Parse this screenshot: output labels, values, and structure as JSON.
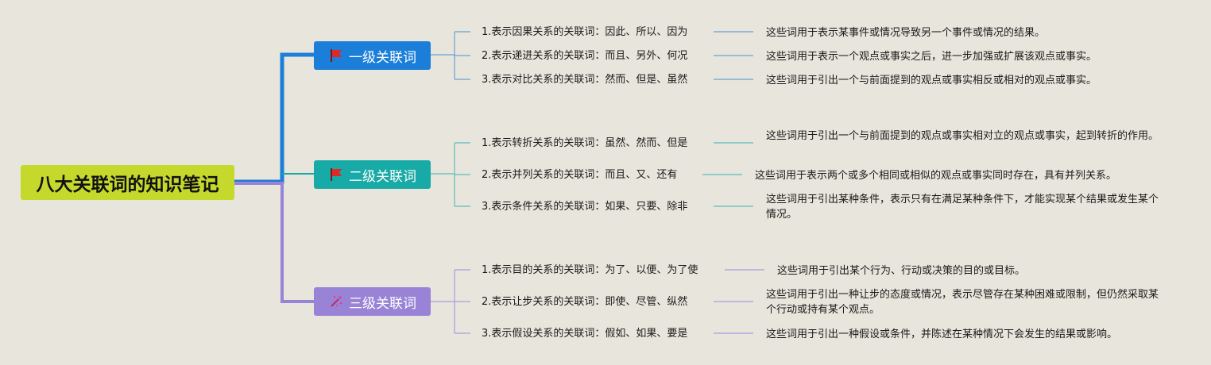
{
  "root": {
    "title": "八大关联词的知识笔记"
  },
  "colors": {
    "level1": "#1b7ed8",
    "level2": "#18aaa6",
    "level3": "#9883d6",
    "root": "#c5d92c"
  },
  "levels": [
    {
      "title": "一级关联词",
      "icon": "red-flag-icon",
      "items": [
        {
          "label": "1.表示因果关系的关联词：因此、所以、因为",
          "desc": "这些词用于表示某事件或情况导致另一个事件或情况的结果。"
        },
        {
          "label": "2.表示递进关系的关联词：而且、另外、何况",
          "desc": "这些词用于表示一个观点或事实之后，进一步加强或扩展该观点或事实。"
        },
        {
          "label": "3.表示对比关系的关联词：然而、但是、虽然",
          "desc": "这些词用于引出一个与前面提到的观点或事实相反或相对的观点或事实。"
        }
      ]
    },
    {
      "title": "二级关联词",
      "icon": "red-flag-icon",
      "items": [
        {
          "label": "1.表示转折关系的关联词：虽然、然而、但是",
          "desc": "这些词用于引出一个与前面提到的观点或事实相对立的观点或事实，起到转折的作用。"
        },
        {
          "label": "2.表示并列关系的关联词：而且、又、还有",
          "desc": "这些词用于表示两个或多个相同或相似的观点或事实同时存在，具有并列关系。"
        },
        {
          "label": "3.表示条件关系的关联词：如果、只要、除非",
          "desc": "这些词用于引出某种条件，表示只有在满足某种条件下，才能实现某个结果或发生某个情况。"
        }
      ]
    },
    {
      "title": "三级关联词",
      "icon": "sparkle-icon",
      "items": [
        {
          "label": "1.表示目的关系的关联词：为了、以便、为了使",
          "desc": "这些词用于引出某个行为、行动或决策的目的或目标。"
        },
        {
          "label": "2.表示让步关系的关联词：即使、尽管、纵然",
          "desc": "这些词用于引出一种让步的态度或情况，表示尽管存在某种困难或限制，但仍然采取某个行动或持有某个观点。"
        },
        {
          "label": "3.表示假设关系的关联词：假如、如果、要是",
          "desc": "这些词用于引出一种假设或条件，并陈述在某种情况下会发生的结果或影响。"
        }
      ]
    }
  ]
}
